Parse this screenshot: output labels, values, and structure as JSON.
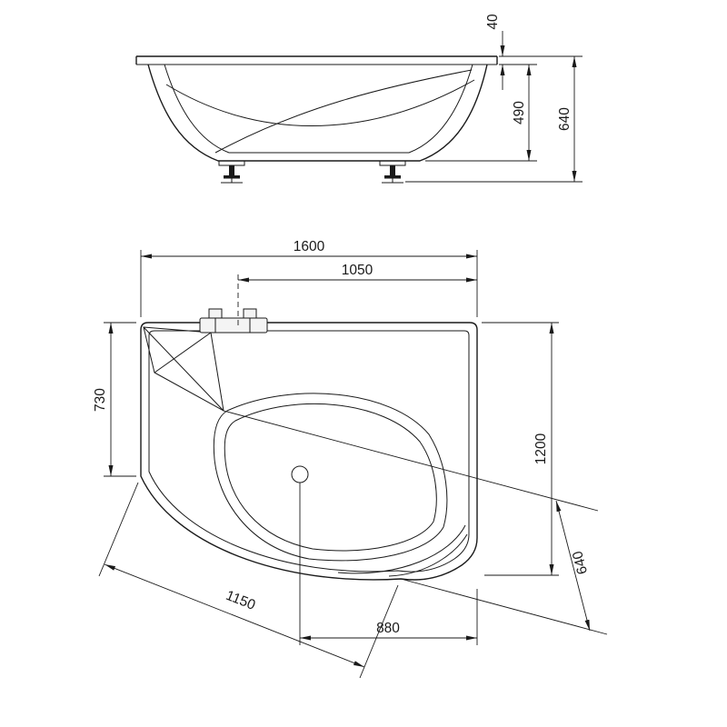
{
  "colors": {
    "ink": "#1a1a1a",
    "background": "#ffffff"
  },
  "views": {
    "side": {
      "label": "side-elevation-view"
    },
    "plan": {
      "label": "top-plan-view"
    }
  },
  "dims": {
    "rim_drop": "40",
    "body_height": "490",
    "overall_height": "640",
    "overall_length": "1600",
    "tap_from_right": "1050",
    "left_side_depth": "730",
    "overall_width": "1200",
    "waste_from_right": "880",
    "front_left_edge": "1150",
    "front_right_edge": "640"
  }
}
